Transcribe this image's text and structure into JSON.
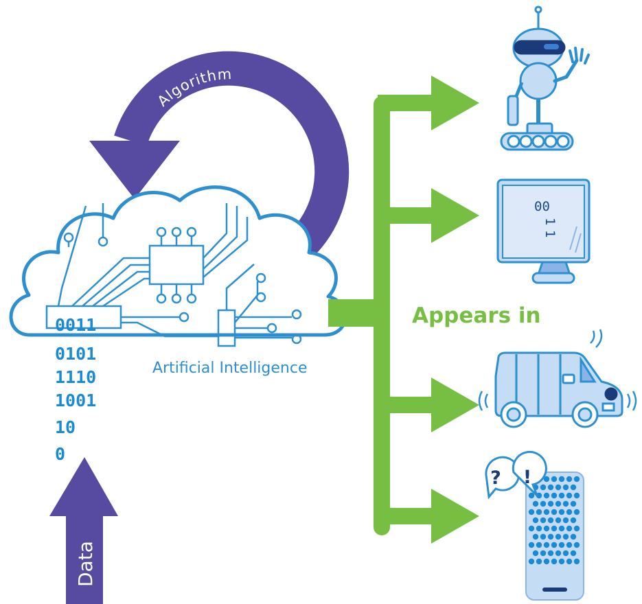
{
  "labels": {
    "algorithm": "Algorithm",
    "artificial_intelligence": "Artificial Intelligence",
    "appears_in": "Appears in",
    "data": "Data"
  },
  "binary_lines": [
    "0011",
    "0101",
    "1110",
    "1001",
    "10",
    "0"
  ],
  "monitor_text": {
    "line1": "00",
    "line2": "1",
    "line3": "1"
  },
  "speaker_bubbles": {
    "question": "?",
    "exclamation": "!"
  },
  "colors": {
    "purple": "#564ba0",
    "green": "#76bf43",
    "blue": "#1a8ad4",
    "light_blue": "#c5dcf5",
    "dark_navy": "#1a3a7a"
  },
  "icons": [
    "robot-icon",
    "monitor-icon",
    "van-icon",
    "smart-speaker-icon"
  ]
}
